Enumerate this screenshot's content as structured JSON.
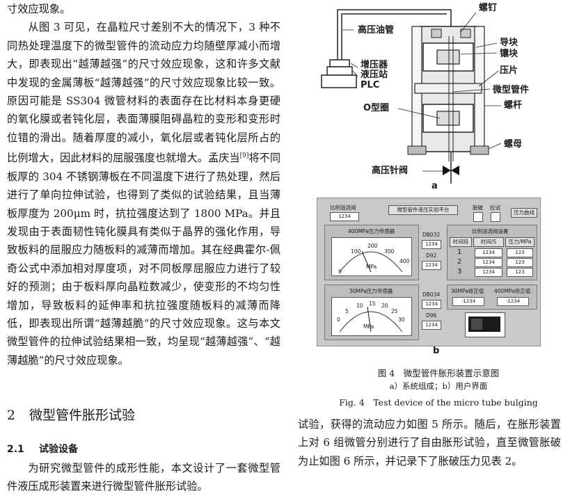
{
  "left_column": {
    "line0": "寸效应现象。",
    "para1": "从图 3 可见，在晶粒尺寸差别不大的情况下，3 种不同热处理温度下的微型管件的流动应力均随壁厚减小而增大，即表现出“越薄越强”的尺寸效应现象，这和许多文献中发现的金属薄板“越薄越强”的尺寸效应现象比较一致。原因可能是 SS304 微管材料的表面存在比材料本身更硬的氧化膜或者钝化层，表面薄膜阻碍晶粒的变形和变形时位错的滑出。随着厚度的减小，氧化层或者钝化层所占的比例增大，因此材料的屈服强度也就增大。孟庆当",
    "ref": "[9]",
    "para1b": "将不同板厚的 304 不锈钢薄板在不同温度下进行了热处理，然后进行了单向拉伸试验，也得到了类似的试验结果，且当薄板厚度为 200",
    "unit": "μm",
    "para1c": " 时，抗拉强度达到了 1800 MPa。并且发现由于表面韧性钝化膜具有类似于晶界的强化作用，导致板料的屈服应力随板料的减薄而增加。其在经典霍尔-佩奇公式中添加相对厚度项，对不同板厚屈服应力进行了较好的预测；由于板料厚向晶粒数减少，使变形的不均匀性增加，导致板料的延伸率和抗拉强度随板料的减薄而降低，即表现出所谓“越薄越脆”的尺寸效应现象。这与本文微型管件的拉伸试验结果相一致，均呈现“越薄越强”、“越薄越脆”的尺寸效应现象。"
  },
  "section": {
    "num": "2",
    "title": "微型管件胀形试验"
  },
  "subsection": {
    "num": "2.1",
    "title": "试验设备"
  },
  "para_bottom": "为研究微型管件的成形性能，本文设计了一套微型管件液压成形装置来进行微型管件胀形试验。",
  "figure_a": {
    "sublabel": "a",
    "labels": {
      "bolt": "螺钉",
      "hp_pipe": "高压油管",
      "guide": "导块",
      "insert": "镶块",
      "booster": "增压器",
      "hydraulic_station": "液压站",
      "plc": "PLC",
      "press_plate": "压片",
      "micro_tube": "微型管件",
      "o_ring": "O型圈",
      "screw_rod": "螺杆",
      "nut": "螺母",
      "needle_valve": "高压针阀"
    }
  },
  "figure_b": {
    "sublabel": "b",
    "top_left_label": "比例溢流阀",
    "top_left_value": "1234",
    "title_button": "微型管件液压实验平台",
    "chk_bulge": "胀破",
    "chk_pull": "拉试",
    "curve_button": "压力曲线",
    "gauge1_title": "400MPa压力传感器",
    "gauge1_ticks": [
      "100",
      "200",
      "300",
      "400"
    ],
    "gauge1_zero": "0",
    "gauge1_unit": "MPa",
    "gauge1_side": [
      {
        "label": "DB032",
        "value": "1234"
      },
      {
        "label": "D92",
        "value": "1234"
      }
    ],
    "gauge2_title": "30MPa压力传感器",
    "gauge2_ticks": [
      "0",
      "5",
      "10",
      "15",
      "20",
      "25",
      "30"
    ],
    "gauge2_unit": "MPa",
    "gauge2_side": [
      {
        "label": "DB034",
        "value": "1234"
      },
      {
        "label": "D96",
        "value": "1234"
      }
    ],
    "table_title": "比例溢流阀设置",
    "table_headers": [
      "时间段",
      "时间/S",
      "压力/MPa"
    ],
    "table_rows": [
      [
        "1",
        "1234",
        "123"
      ],
      [
        "2",
        "1234",
        "123"
      ],
      [
        "3",
        "1234",
        "123"
      ]
    ],
    "corr30_label": "30MPa修正值",
    "corr30_value": "-1234",
    "corr400_label": "400MPa修正值",
    "corr400_value": "-1234"
  },
  "caption": {
    "line1": "图 4　微型管件胀形装置示意图",
    "line2": "a）系统组成；b）用户界面",
    "line3": "Fig. 4　Test device of the micro tube bulging"
  },
  "right_para": "试验，获得的流动应力如图 5 所示。随后，在胀形装置上对 6 组微管分别进行了自由胀形试验，直至微管胀破为止如图 6 所示，并记录下了胀破压力见表 2。",
  "colors": {
    "ui_bg": "#c9c9c9",
    "valve_knob": "#111111",
    "switch": "#1a1a1a"
  }
}
